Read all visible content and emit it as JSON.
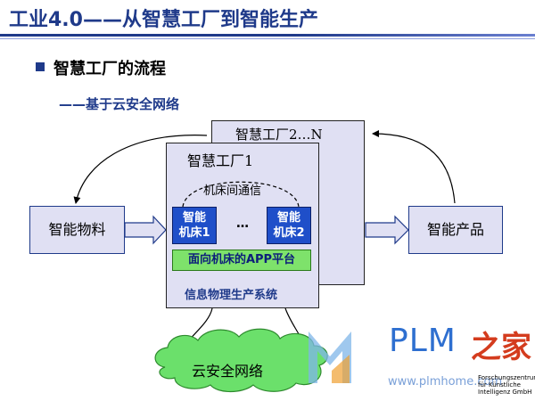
{
  "title": "工业4.0——从智慧工厂到智能生产",
  "bullet": "智慧工厂的流程",
  "sub_bullet": "——基于云安全网络",
  "diagram": {
    "factory_n_label": "智慧工厂2…N",
    "factory_1_label": "智慧工厂1",
    "comm_label": "机床间通信",
    "machine_1": {
      "line1": "智能",
      "line2": "机床1"
    },
    "ellipsis": "…",
    "machine_2": {
      "line1": "智能",
      "line2": "机床2"
    },
    "platform_label": "面向机床的APP平台",
    "cps_label": "信息物理生产系统",
    "materials_label": "智能物料",
    "products_label": "智能产品",
    "cloud_label": "云安全网络"
  },
  "watermark": {
    "brand": "PLM",
    "brand_cn": "之家",
    "url": "www.plmhome.com",
    "org_lines": [
      "Forschungszentrum",
      "für Künstliche",
      "Intelligenz GmbH"
    ]
  },
  "colors": {
    "title_blue": "#1f3a8a",
    "box_fill": "#e0e0f3",
    "machine_blue": "#1f4fc9",
    "platform_green": "#7ee26b",
    "cloud_green": "#6be06b"
  }
}
